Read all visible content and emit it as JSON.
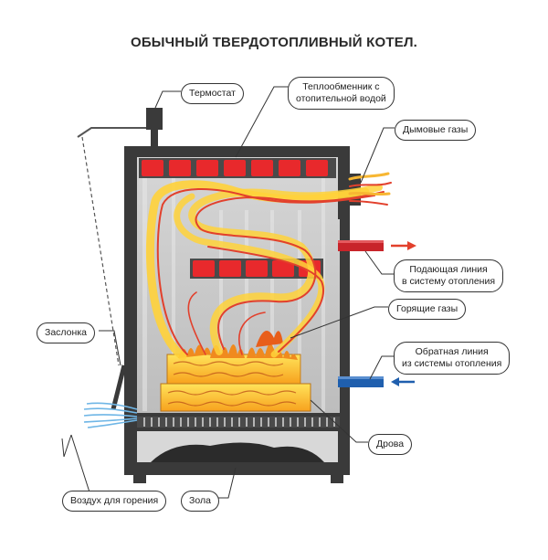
{
  "title": "ОБЫЧНЫЙ ТВЕРДОТОПЛИВНЫЙ КОТЕЛ.",
  "labels": {
    "thermostat": "Термостат",
    "heat_exchanger_line1": "Теплообменник с",
    "heat_exchanger_line2": "отопительной водой",
    "flue_gases": "Дымовые газы",
    "supply_line1": "Подающая линия",
    "supply_line2": "в систему отопления",
    "burning_gases": "Горящие газы",
    "damper": "Заслонка",
    "return_line1": "Обратная линия",
    "return_line2": "из системы отопления",
    "firewood": "Дрова",
    "combustion_air": "Воздух для горения",
    "ash": "Зола"
  },
  "colors": {
    "boiler_body": "#3a3a3a",
    "heat_exchanger_tube": "#e8292c",
    "flame_yellow": "#ffd23a",
    "flame_orange": "#f08a1e",
    "supply_pipe": "#c8242a",
    "return_pipe": "#1f5fae",
    "air_flow": "#6fb6e6",
    "interior": "#c8c8c8"
  }
}
